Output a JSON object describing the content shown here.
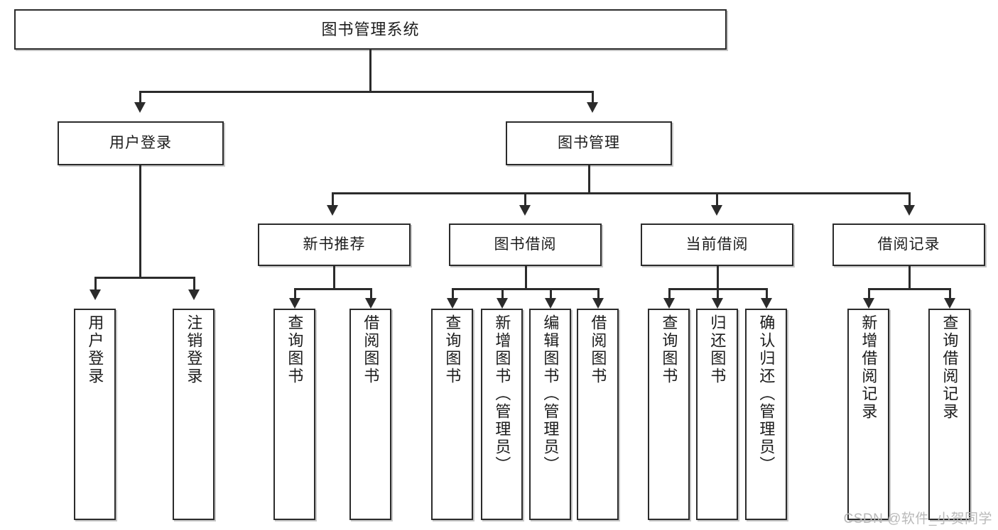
{
  "diagram": {
    "kind": "功能结构图",
    "root": {
      "id": "root",
      "label": "图书管理系统"
    },
    "level2": [
      {
        "id": "user-login",
        "label": "用户登录"
      },
      {
        "id": "book-manage",
        "label": "图书管理"
      }
    ],
    "level3": [
      {
        "id": "new-book-rec",
        "label": "新书推荐"
      },
      {
        "id": "book-borrow",
        "label": "图书借阅"
      },
      {
        "id": "current-borrow",
        "label": "当前借阅"
      },
      {
        "id": "borrow-record",
        "label": "借阅记录"
      }
    ],
    "leaves": {
      "user_login": [
        {
          "id": "leaf-user-login",
          "label": "用户登录"
        },
        {
          "id": "leaf-logout",
          "label": "注销登录"
        }
      ],
      "new_book_rec": [
        {
          "id": "leaf-query-book-1",
          "label": "查询图书"
        },
        {
          "id": "leaf-borrow-book-1",
          "label": "借阅图书"
        }
      ],
      "book_borrow": [
        {
          "id": "leaf-query-book-2",
          "label": "查询图书"
        },
        {
          "id": "leaf-add-book",
          "label": "新增图书（管理员）"
        },
        {
          "id": "leaf-edit-book",
          "label": "编辑图书（管理员）"
        },
        {
          "id": "leaf-borrow-book-2",
          "label": "借阅图书"
        }
      ],
      "current_borrow": [
        {
          "id": "leaf-query-book-3",
          "label": "查询图书"
        },
        {
          "id": "leaf-return-book",
          "label": "归还图书"
        },
        {
          "id": "leaf-confirm-return",
          "label": "确认归还（管理员）"
        }
      ],
      "borrow_record": [
        {
          "id": "leaf-add-record",
          "label": "新增借阅记录"
        },
        {
          "id": "leaf-query-record",
          "label": "查询借阅记录"
        }
      ]
    },
    "colors": {
      "stroke": "#2b2b2b",
      "fill": "#ffffff",
      "text": "#1c1c1c",
      "watermark": "#b9b9b9"
    }
  },
  "watermark": {
    "text": "CSDN @软件_小贺同学"
  }
}
